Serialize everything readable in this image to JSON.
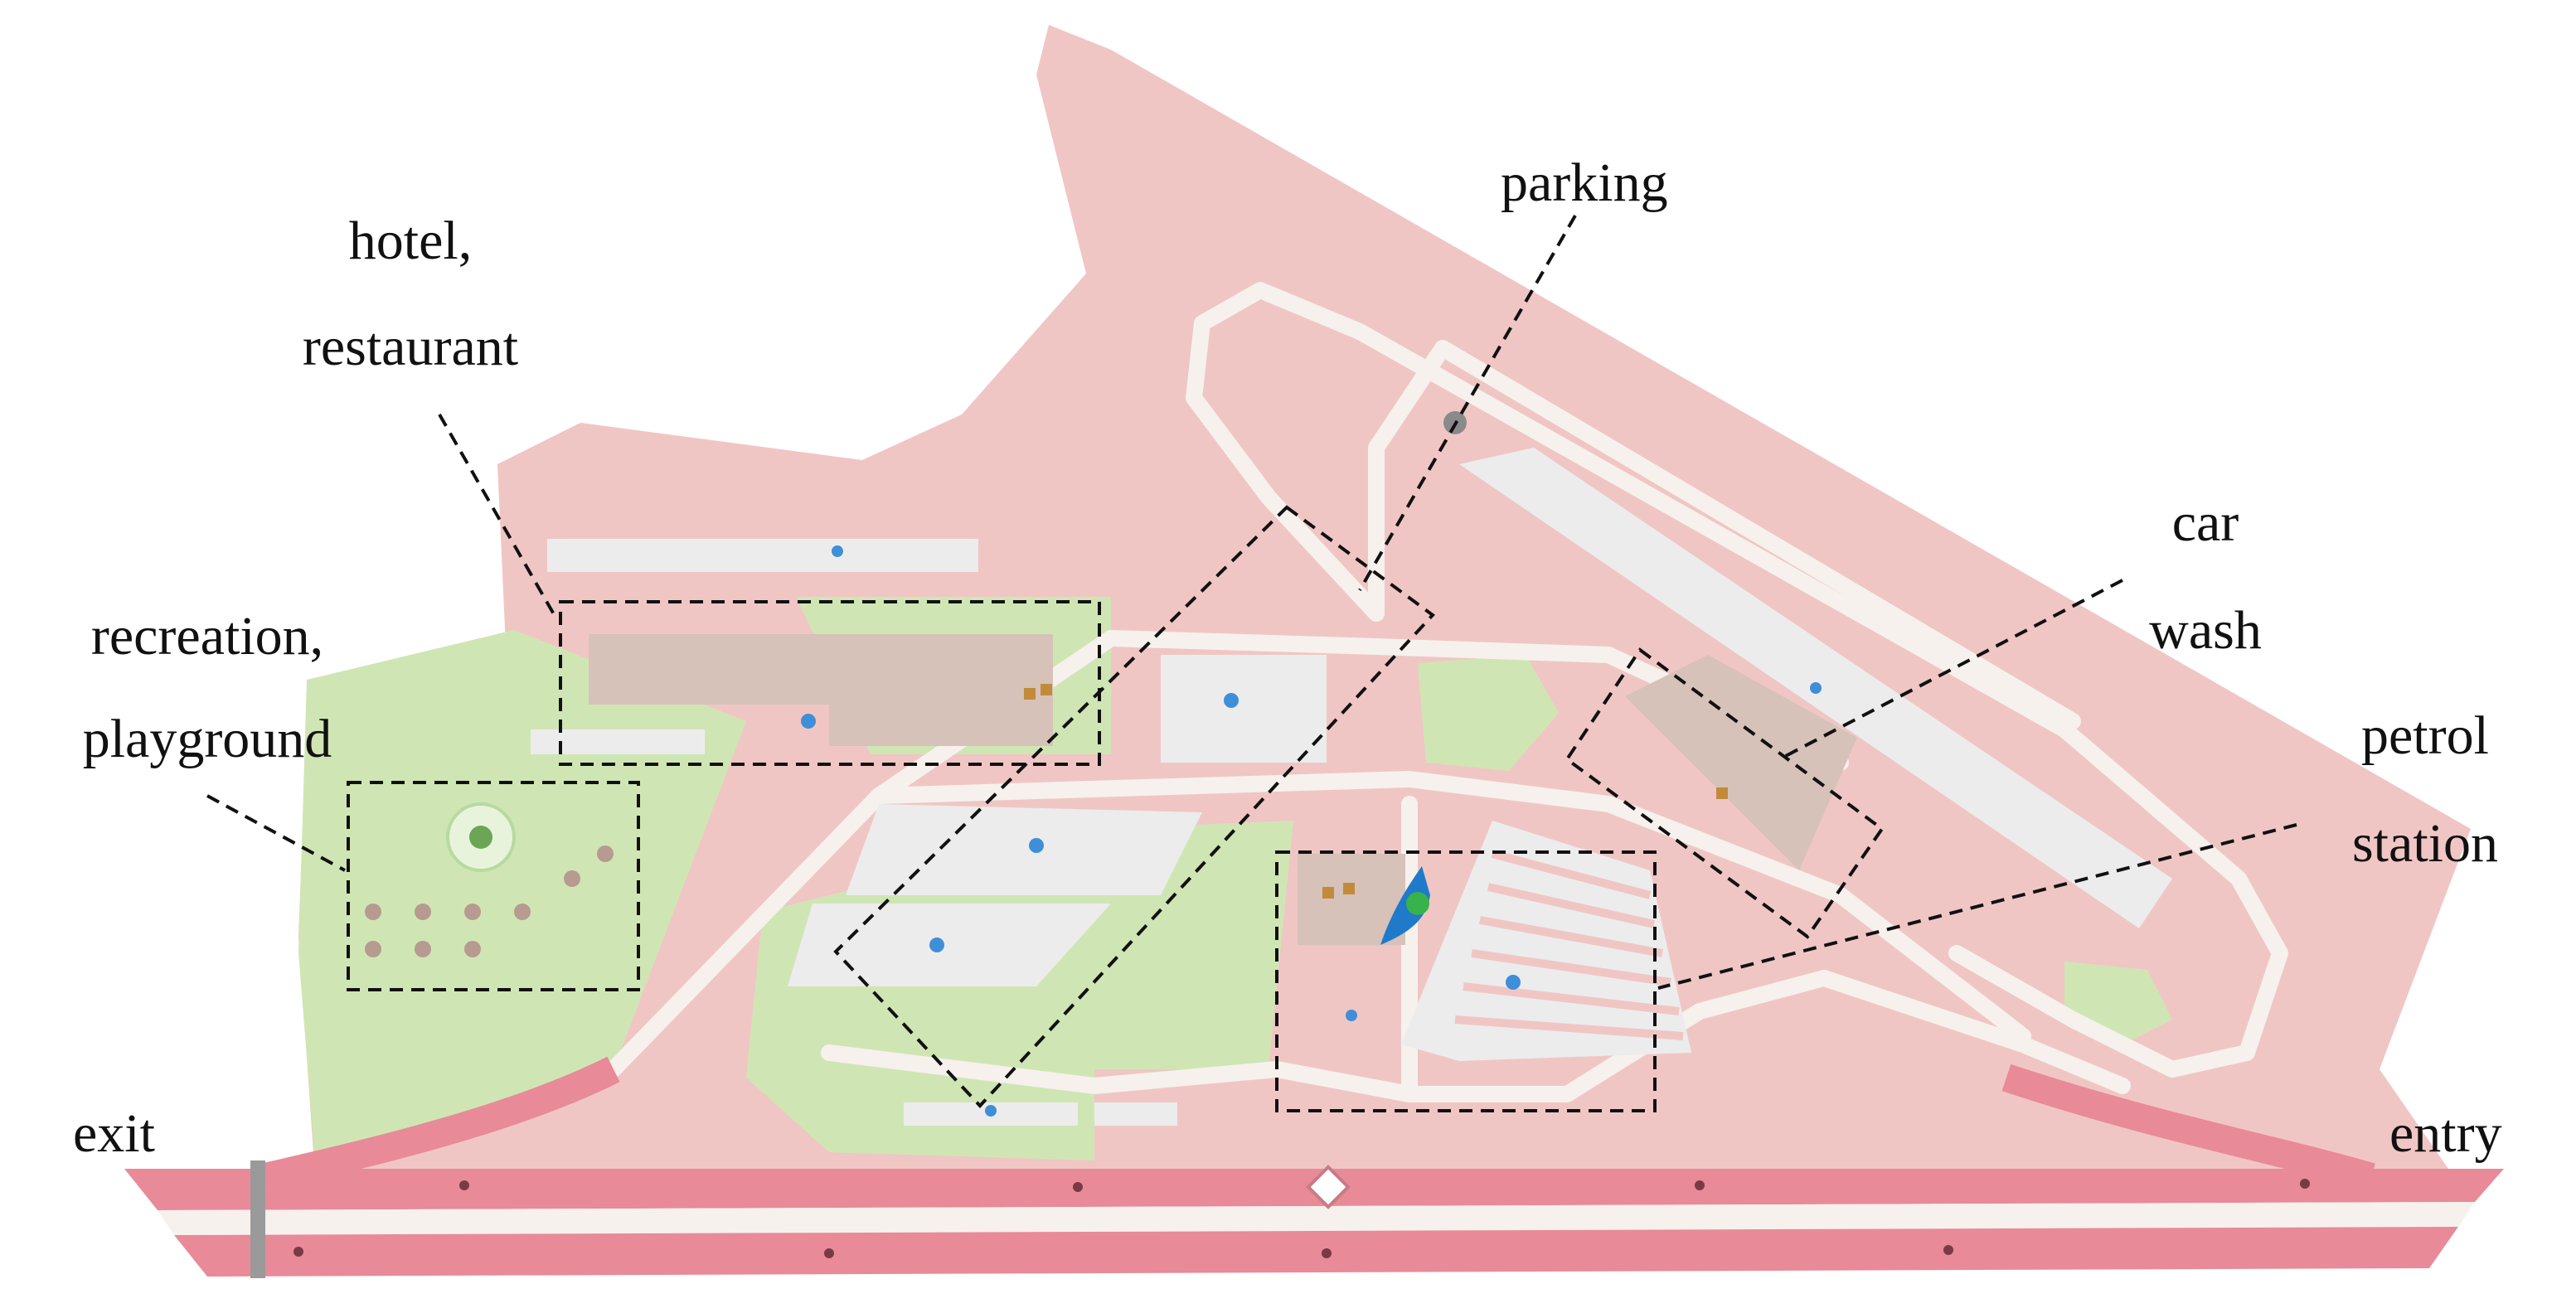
{
  "map": {
    "labels": {
      "parking": "parking",
      "hotel_line1": "hotel,",
      "hotel_line2": "restaurant",
      "recreation_line1": "recreation,",
      "recreation_line2": "playground",
      "car_line1": "car",
      "car_line2": "wash",
      "petrol_line1": "petrol",
      "petrol_line2": "station",
      "exit": "exit",
      "entry": "entry"
    },
    "colors": {
      "site_area": "#f0c6c4",
      "green_area": "#cfe6b4",
      "road": "#f6f1ec",
      "highway": "#e88a98",
      "building": "#d6c2b8",
      "parking_lot": "#ececec",
      "callout_line": "#111111"
    },
    "icons": [
      "parking-icon",
      "fuel-icon",
      "playground-icon",
      "highway-shield-icon",
      "direction-arrow-icon"
    ]
  }
}
